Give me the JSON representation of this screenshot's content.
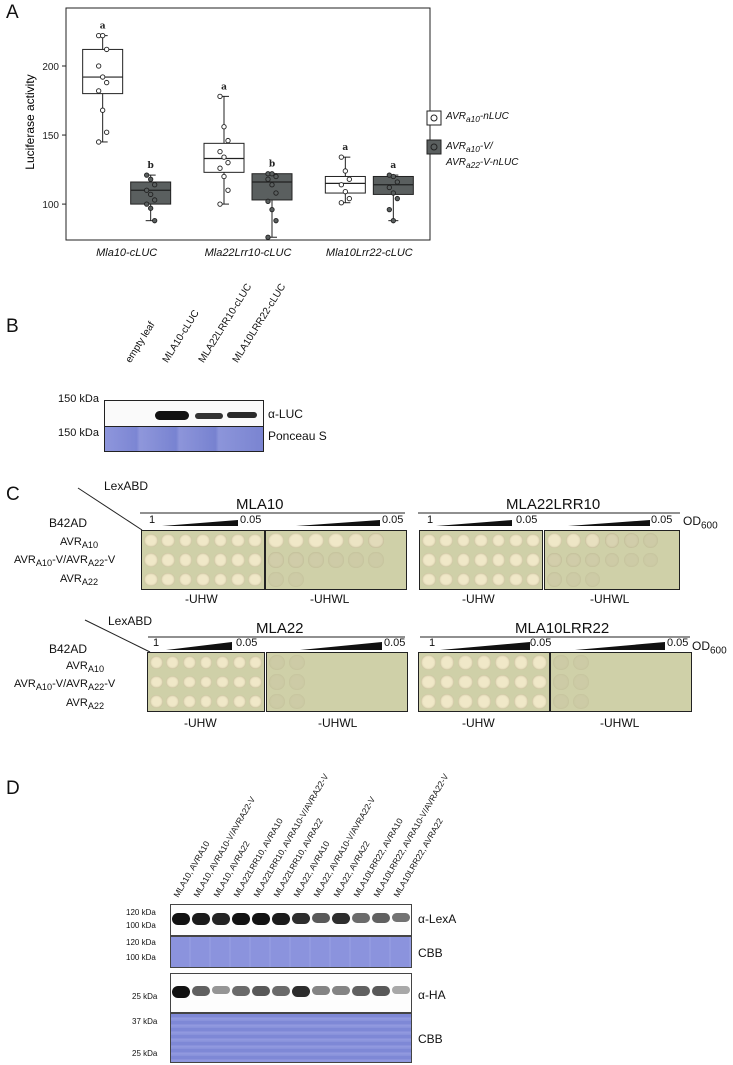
{
  "panel_a": {
    "letter": "A",
    "chart_data": {
      "type": "box",
      "title": "",
      "ylabel": "Luciferase activity",
      "xlabel": "",
      "ylim": [
        74,
        242
      ],
      "yticks": [
        100,
        150,
        200
      ],
      "categories": [
        "Mla10-cLUC",
        "Mla22Lrr10-cLUC",
        "Mla10Lrr22-cLUC"
      ],
      "series": [
        {
          "name": "AVRa10-nLUC",
          "color": "#ffffff",
          "boxes": [
            {
              "min": 145,
              "q1": 180,
              "median": 192,
              "q3": 212,
              "max": 222,
              "points": [
                222,
                222,
                212,
                200,
                192,
                188,
                182,
                168,
                152,
                145
              ],
              "letter": "a"
            },
            {
              "min": 100,
              "q1": 123,
              "median": 133,
              "q3": 144,
              "max": 178,
              "points": [
                178,
                156,
                146,
                138,
                134,
                130,
                126,
                120,
                110,
                100
              ],
              "letter": "a"
            },
            {
              "min": 101,
              "q1": 108,
              "median": 115,
              "q3": 120,
              "max": 134,
              "points": [
                134,
                124,
                118,
                114,
                109,
                104,
                101
              ],
              "letter": "a"
            }
          ]
        },
        {
          "name": "AVRa10-V/AVRa22-V-nLUC",
          "color": "#5a5f5f",
          "boxes": [
            {
              "min": 88,
              "q1": 100,
              "median": 110,
              "q3": 116,
              "max": 121,
              "points": [
                121,
                118,
                114,
                110,
                107,
                103,
                100,
                97,
                88
              ],
              "letter": "b"
            },
            {
              "min": 76,
              "q1": 103,
              "median": 116,
              "q3": 122,
              "max": 122,
              "points": [
                122,
                122,
                120,
                118,
                114,
                108,
                102,
                96,
                88,
                76
              ],
              "letter": "b"
            },
            {
              "min": 88,
              "q1": 107,
              "median": 114,
              "q3": 120,
              "max": 121,
              "points": [
                121,
                120,
                116,
                112,
                108,
                104,
                96,
                88
              ],
              "letter": "a"
            }
          ]
        }
      ],
      "legend": {
        "placement": "right",
        "entries": [
          {
            "main": "AVR",
            "sub": "a10",
            "rest": "-nLUC"
          },
          {
            "main": "AVR",
            "sub": "a10",
            "rest": "-V/",
            "line2main": "AVR",
            "line2sub": "a22",
            "line2rest": "-V-nLUC"
          }
        ]
      }
    }
  },
  "panel_b": {
    "letter": "B",
    "lanes": [
      "empty leaf",
      "MLA10-cLUC",
      "MLA22LRR10-cLUC",
      "MLA10LRR22-cLUC"
    ],
    "marker_top": "150 kDa",
    "marker_bottom": "150 kDa",
    "label_top": "α-LUC",
    "label_bottom": "Ponceau S"
  },
  "panel_c": {
    "letter": "C",
    "lexabd": "LexABD",
    "b42ad": "B42AD",
    "od": "OD",
    "od_sub": "600",
    "dil_start": "1",
    "dil_end": "0.05",
    "top_groups": [
      "MLA10",
      "MLA22LRR10"
    ],
    "bottom_groups": [
      "MLA22",
      "MLA10LRR22"
    ],
    "rows": [
      {
        "main": "AVR",
        "sub": "A10",
        "rest": ""
      },
      {
        "main": "AVR",
        "sub": "A10",
        "rest": "-V/AVR",
        "sub2": "A22",
        "rest2": "-V"
      },
      {
        "main": "AVR",
        "sub": "A22",
        "rest": ""
      }
    ],
    "media": [
      "-UHW",
      "-UHWL"
    ]
  },
  "panel_d": {
    "letter": "D",
    "lanes": [
      "MLA10, AVRA10",
      "MLA10, AVRA10-V/AVRA22-V",
      "MLA10, AVRA22",
      "MLA22LRR10, AVRA10",
      "MLA22LRR10, AVRA10-V/AVRA22-V",
      "MLA22LRR10, AVRA22",
      "MLA22, AVRA10",
      "MLA22, AVRA10-V/AVRA22-V",
      "MLA22, AVRA22",
      "MLA10LRR22, AVRA10",
      "MLA10LRR22, AVRA10-V/AVRA22-V",
      "MLA10LRR22, AVRA22"
    ],
    "markers": {
      "lexa_120": "120 kDa",
      "lexa_100": "100 kDa",
      "cbb1_120": "120 kDa",
      "cbb1_100": "100 kDa",
      "ha_25": "25 kDa",
      "cbb2_37": "37 kDa",
      "cbb2_25": "25 kDa"
    },
    "labels": {
      "lexa": "α-LexA",
      "cbb1": "CBB",
      "ha": "α-HA",
      "cbb2": "CBB"
    }
  }
}
